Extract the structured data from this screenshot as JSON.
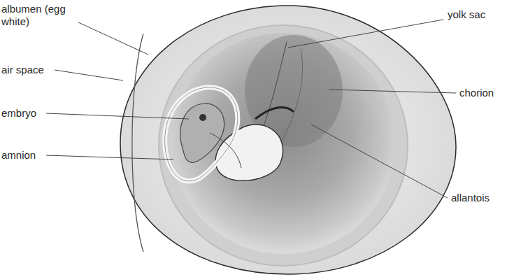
{
  "diagram": {
    "labels": [
      "albumen (egg white)",
      "air space",
      "embryo",
      "amnion",
      "yolk sac",
      "chorion",
      "allantois"
    ]
  }
}
